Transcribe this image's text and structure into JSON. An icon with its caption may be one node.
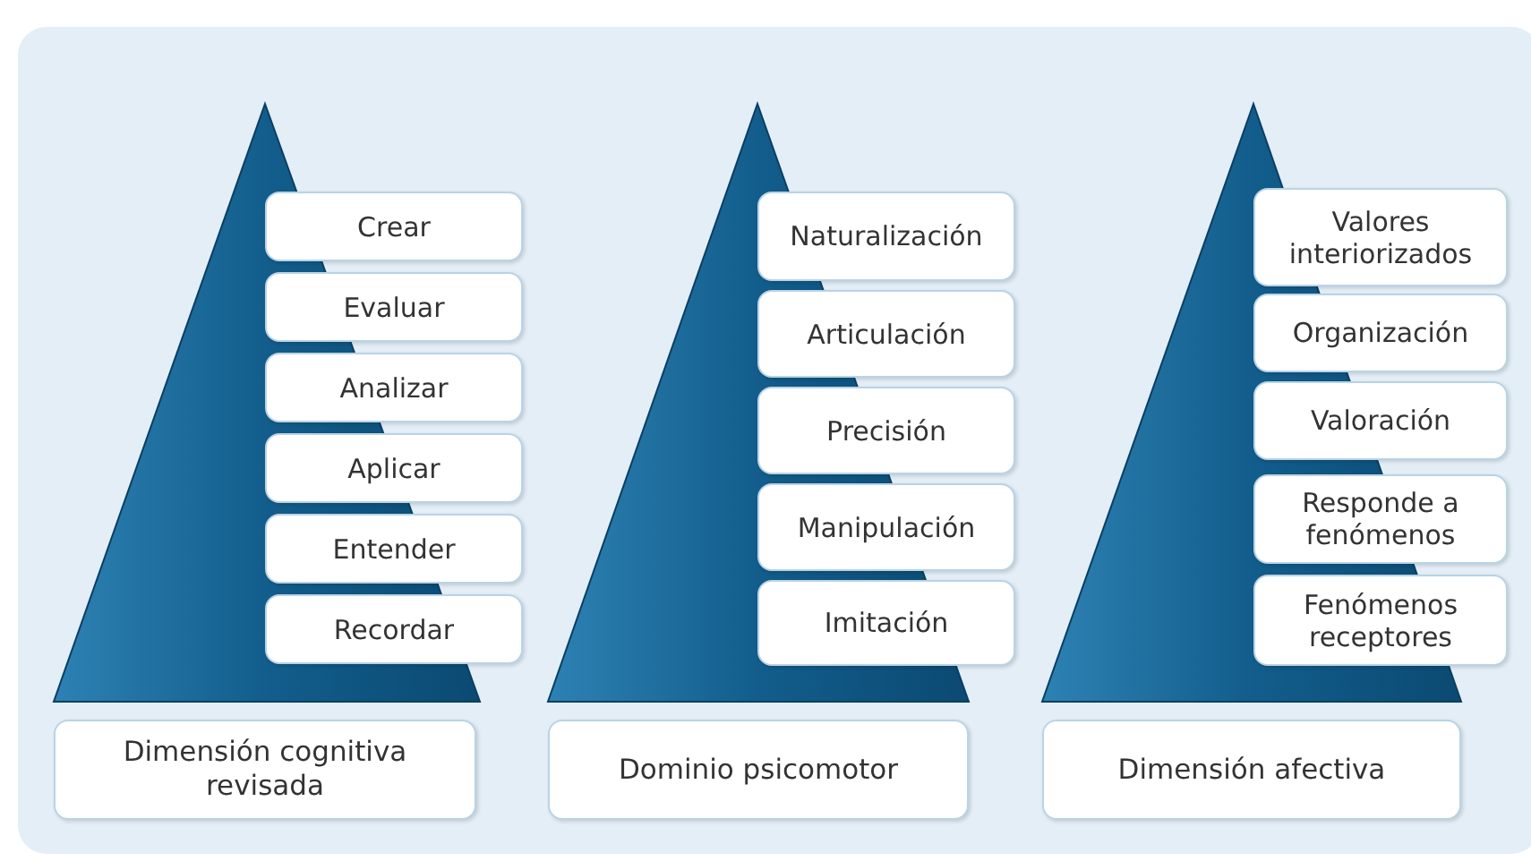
{
  "diagram": {
    "nodes": [
      {
        "text": [
          "Crear"
        ]
      },
      {
        "text": [
          "Evaluar"
        ]
      },
      {
        "text": [
          "Analizar"
        ]
      },
      {
        "text": [
          "Aplicar"
        ]
      },
      {
        "text": [
          "Entender"
        ]
      },
      {
        "text": [
          "Recordar"
        ]
      },
      {
        "text": [
          "Dimensión cognitiva revisada"
        ]
      },
      {
        "text": [
          "Naturalización"
        ]
      },
      {
        "text": [
          "Articulación"
        ]
      },
      {
        "text": [
          "Precisión"
        ]
      },
      {
        "text": [
          "Manipulación"
        ]
      },
      {
        "text": [
          "Imitación"
        ]
      },
      {
        "text": [
          "Dominio psicomotor"
        ]
      },
      {
        "text": [
          "Valores interiorizados"
        ]
      },
      {
        "text": [
          "Organización"
        ]
      },
      {
        "text": [
          "Valoración"
        ]
      },
      {
        "text": [
          "Responde a fenómenos"
        ]
      },
      {
        "text": [
          "Fenómenos receptores"
        ]
      },
      {
        "text": [
          "Dimensión afectiva"
        ]
      }
    ]
  }
}
